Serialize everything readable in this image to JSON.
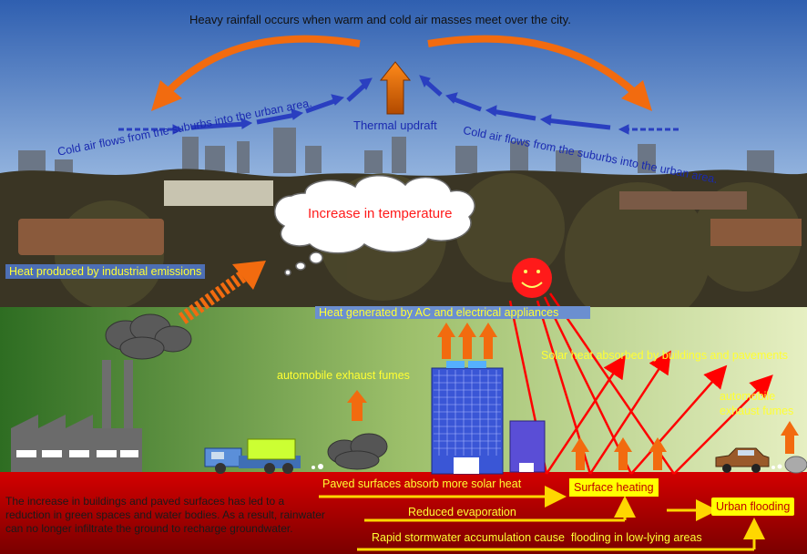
{
  "title": "Heavy rainfall occurs when warm and cold air masses meet over the city.",
  "labels": {
    "cold_air_left": "Cold air flows from the suburbs into the urban area.",
    "cold_air_right": "Cold air flows from the suburbs into the urban area.",
    "thermal_updraft": "Thermal updraft",
    "temperature_increase": "Increase in temperature",
    "industrial_heat": "Heat produced by industrial emissions",
    "ac_heat": "Heat generated by AC and electrical appliances",
    "exhaust_left": "automobile exhaust fumes",
    "exhaust_right_1": "automobile",
    "exhaust_right_2": "exhaust fumes",
    "solar_heat": "Solar heat absorbed by buildings and pavements",
    "paved_surfaces": "Paved surfaces absorb more solar heat",
    "reduced_evaporation": "Reduced evaporation",
    "stormwater": "Rapid stormwater accumulation cause  flooding in low-lying areas",
    "surface_heating": "Surface heating",
    "urban_flooding": "Urban flooding",
    "explanation": [
      "The increase in buildings and paved surfaces has led to a",
      "reduction in green spaces and water bodies. As a result, rainwater",
      "can no longer infiltrate the ground to recharge groundwater."
    ]
  },
  "colors": {
    "sky_top": "#2f5fb0",
    "sky_bottom": "#c8d8ec",
    "ground_green": "#3f7a2a",
    "red_band": "#c00000",
    "arrow_orange": "#f26b0f",
    "cold_arrow": "#2a3fc0",
    "label_yellow": "#ffff33",
    "highlight_box": "#ffff00"
  }
}
